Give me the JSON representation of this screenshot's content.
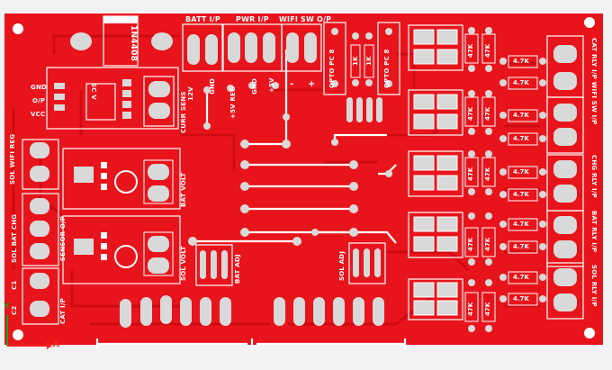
{
  "colors": {
    "board": "#e8141c",
    "trace": "#cc0a12",
    "pad": "#d9d9d9",
    "silk": "#ffffff",
    "background": "#f2f2f2",
    "axis_x": "#ff2020",
    "axis_y": "#16a616"
  },
  "labels": {
    "diode": "1N4408",
    "batt_ip": "BATT I/P",
    "pwr_ip": "PWR I/P",
    "wifi_sw_op": "WIFI SW O/P",
    "gnd1": "GND",
    "op": "O/P",
    "vcc": "VCC",
    "sc_v": "SC V",
    "curr_sens": "CURR SENS",
    "v12": "12V",
    "gnd2": "GND",
    "v5reg": "+5V REG",
    "gnd3": "GND",
    "v5": "+5V",
    "minus": "-",
    "plus": "+",
    "opto_pc1": "OPTO PC 8",
    "k1a": "1K",
    "k1b": "1K",
    "opto_pc2": "OPTO PC 8",
    "sol_wifi_reg": "SOL WIFI REG",
    "sol_bat_chg": "SOL BAT CHG",
    "c1": "C1",
    "c2": "C2",
    "cat_ip": "CAT I/P",
    "sensor_op": "SENSOR O/P",
    "bat_volt": "BAT VOLT",
    "sol_volt": "SOL VOLT",
    "bat_adj": "BAT ADJ",
    "sol_adj": "SOL ADJ",
    "res47k": "47K",
    "res4_7k": "4.7K",
    "relay1": "CAT RLY I/P WIFI SW I/P",
    "relay2": "CHG RLY I/P",
    "relay3": "BAT RLY I/P",
    "relay4": "SOL RLY I/P",
    "axis_x": "X",
    "axis_y": "Y"
  }
}
